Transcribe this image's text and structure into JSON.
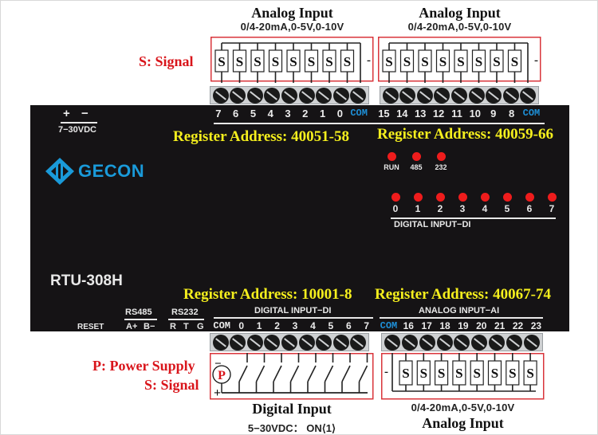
{
  "top_left_group": {
    "title": "Analog Input",
    "range": "0/4-20mA,0-5V,0-10V",
    "sensor_label": "S",
    "minus": "-",
    "terminals": [
      "7",
      "6",
      "5",
      "4",
      "3",
      "2",
      "1",
      "0",
      "COM"
    ],
    "register_address": "Register Address: 40051-58"
  },
  "top_right_group": {
    "title": "Analog Input",
    "range": "0/4-20mA,0-5V,0-10V",
    "sensor_label": "S",
    "minus": "-",
    "terminals": [
      "15",
      "14",
      "13",
      "12",
      "11",
      "10",
      "9",
      "8",
      "COM"
    ],
    "register_address": "Register Address: 40059-66"
  },
  "legend": {
    "top_signal": "S: Signal",
    "power_supply": "P: Power Supply",
    "bottom_signal": "S: Signal"
  },
  "device": {
    "model": "RTU-308H",
    "brand": "GECON",
    "power": {
      "plus": "+",
      "minus": "−",
      "voltage": "7−30VDC"
    },
    "status_leds": [
      {
        "label": "RUN",
        "color": "#ee1c1c"
      },
      {
        "label": "485",
        "color": "#ee1c1c"
      },
      {
        "label": "232",
        "color": "#ee1c1c"
      }
    ],
    "di_leds": {
      "labels": [
        "0",
        "1",
        "2",
        "3",
        "4",
        "5",
        "6",
        "7"
      ],
      "caption": "DIGITAL INPUT−DI",
      "color": "#ee1c1c"
    },
    "bottom_labels": {
      "reset": "RESET",
      "rs485": {
        "title": "RS485",
        "pins": [
          "A+",
          "B−"
        ]
      },
      "rs232": {
        "title": "RS232",
        "pins": [
          "R",
          "T",
          "G"
        ]
      }
    }
  },
  "bottom_left_group": {
    "header": "DIGITAL INPUT−DI",
    "terminals": [
      "COM",
      "0",
      "1",
      "2",
      "3",
      "4",
      "5",
      "6",
      "7"
    ],
    "register_address": "Register Address: 10001-8",
    "power_symbol": "P",
    "minus": "−",
    "plus": "+",
    "title": "Digital Input",
    "subtitle": "5−30VDC： ON⟨1⟩"
  },
  "bottom_right_group": {
    "header": "ANALOG INPUT−AI",
    "terminals": [
      "COM",
      "16",
      "17",
      "18",
      "19",
      "20",
      "21",
      "22",
      "23"
    ],
    "register_address": "Register Address: 40067-74",
    "sensor_label": "S",
    "minus": "-",
    "range": "0/4-20mA,0-5V,0-10V",
    "title": "Analog Input"
  },
  "colors": {
    "body": "#151315",
    "register_text": "#f5ef1d",
    "legend_red": "#d9151b",
    "com_blue": "#1e90d8",
    "led_red": "#ee1c1c",
    "brand_blue": "#1a9ad9"
  }
}
